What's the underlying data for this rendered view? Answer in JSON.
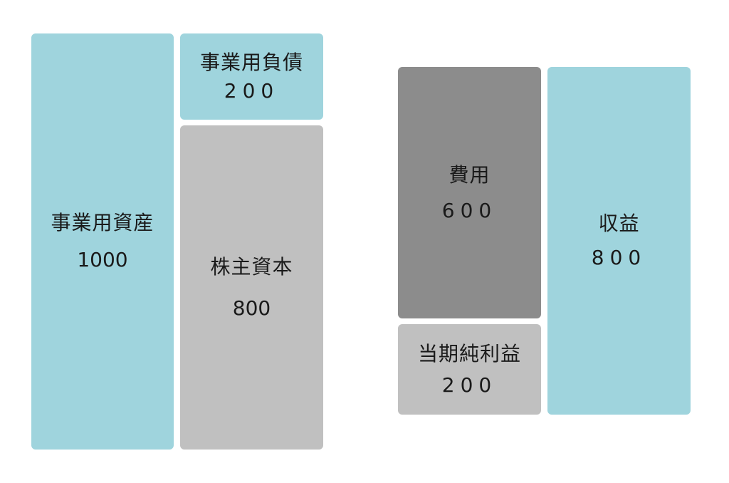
{
  "balance_sheet": {
    "assets": {
      "label": "事業用資産",
      "value": "1000"
    },
    "liabilities": {
      "label": "事業用負債",
      "value": "200"
    },
    "equity": {
      "label": "株主資本",
      "value": "800"
    }
  },
  "income_statement": {
    "expenses": {
      "label": "費用",
      "value": "600"
    },
    "net_income": {
      "label": "当期純利益",
      "value": "200"
    },
    "revenue": {
      "label": "収益",
      "value": "800"
    }
  },
  "colors": {
    "teal": "#9fd4dd",
    "light_gray": "#c0c0c0",
    "dark_gray": "#8c8c8c"
  }
}
